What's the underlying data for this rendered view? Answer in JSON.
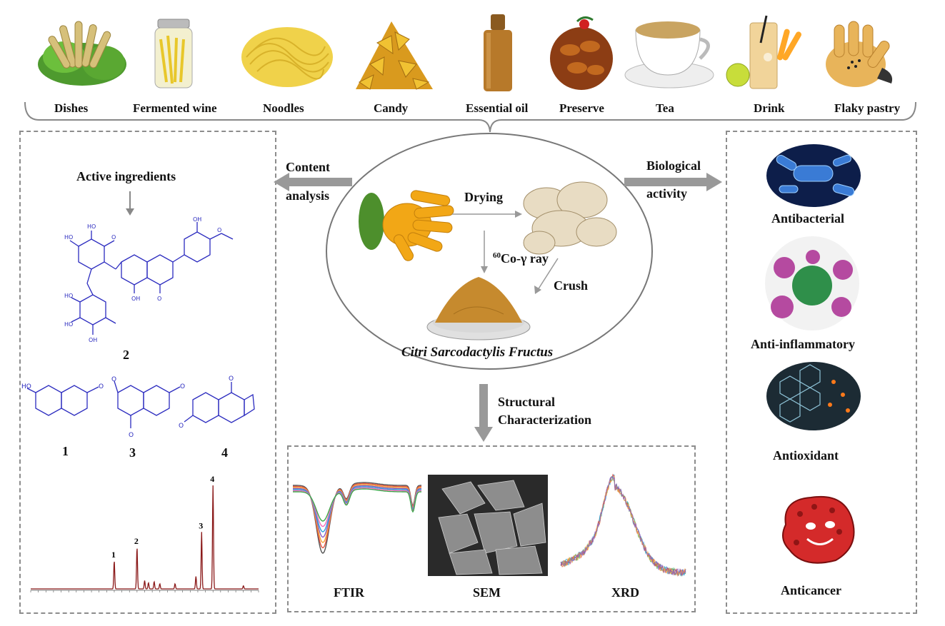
{
  "products": [
    {
      "label": "Dishes",
      "icon": "dishes-icon"
    },
    {
      "label": "Fermented wine",
      "icon": "fermented-wine-icon"
    },
    {
      "label": "Noodles",
      "icon": "noodles-icon"
    },
    {
      "label": "Candy",
      "icon": "candy-icon"
    },
    {
      "label": "Essential oil",
      "icon": "essential-oil-icon"
    },
    {
      "label": "Preserve",
      "icon": "preserve-icon"
    },
    {
      "label": "Tea",
      "icon": "tea-icon"
    },
    {
      "label": "Drink",
      "icon": "drink-icon"
    },
    {
      "label": "Flaky pastry",
      "icon": "flaky-pastry-icon"
    }
  ],
  "center": {
    "drying": "Drying",
    "gamma_sup": "60",
    "gamma": "Co-γ ray",
    "crush": "Crush",
    "product_name": "Citri Sarcodactylis Fructus"
  },
  "arrows": {
    "content_line1": "Content",
    "content_line2": "analysis",
    "bio_line1": "Biological",
    "bio_line2": "activity",
    "struct_line1": "Structural",
    "struct_line2": "Characterization"
  },
  "left_panel": {
    "title": "Active ingredients",
    "compound_2": "2",
    "compound_1": "1",
    "compound_3": "3",
    "compound_4": "4",
    "peaks": [
      {
        "label": "1",
        "time": 22,
        "height": 0.27
      },
      {
        "label": "2",
        "time": 28,
        "height": 0.4
      },
      {
        "label": "3",
        "time": 45,
        "height": 0.55
      },
      {
        "label": "4",
        "time": 48,
        "height": 1.0
      }
    ]
  },
  "bottom_panel": {
    "ftir": "FTIR",
    "sem": "SEM",
    "xrd": "XRD"
  },
  "right_panel": {
    "items": [
      {
        "label": "Antibacterial"
      },
      {
        "label": "Anti-inflammatory"
      },
      {
        "label": "Antioxidant"
      },
      {
        "label": "Anticancer"
      }
    ]
  },
  "colors": {
    "structure": "#2b2bbf",
    "chromatogram": "#8b1a1a",
    "arrow": "#999999"
  }
}
